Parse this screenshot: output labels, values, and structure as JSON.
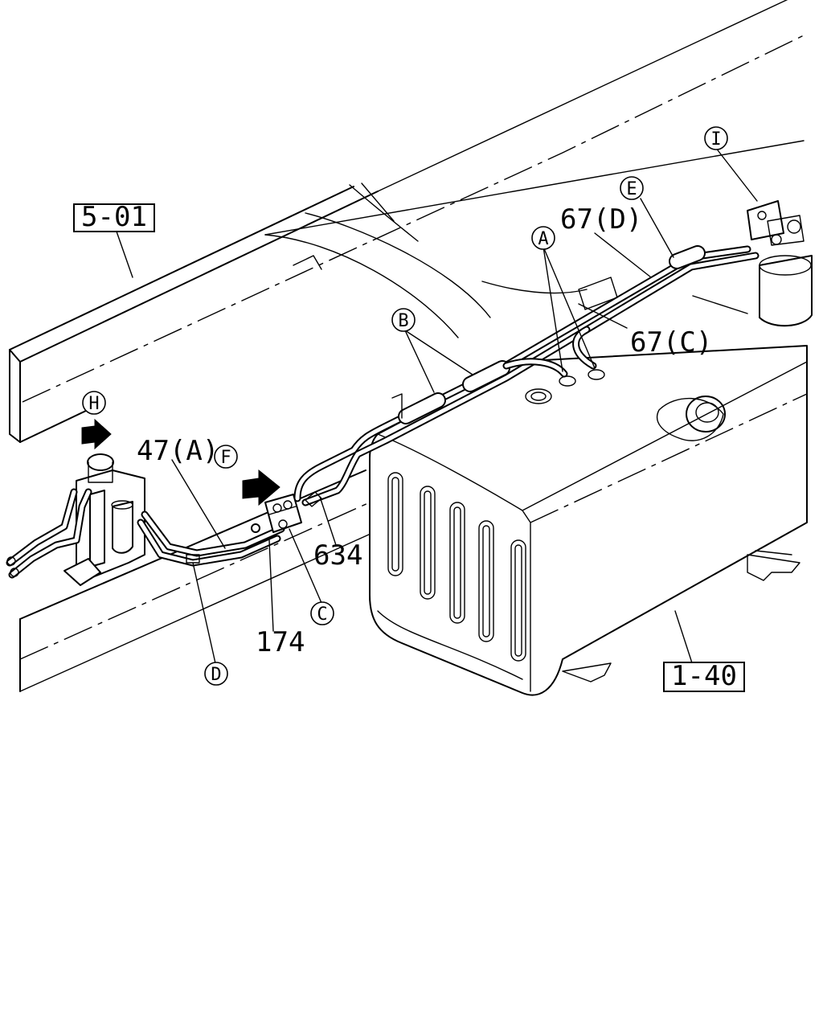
{
  "diagram": {
    "references": {
      "ref_5_01": "5-01",
      "ref_1_40": "1-40"
    },
    "part_numbers": {
      "p47a": "47(A)",
      "p67d": "67(D)",
      "p67c": "67(C)",
      "p174": "174",
      "p634": "634"
    },
    "callouts": {
      "A": "A",
      "B": "B",
      "C": "C",
      "D": "D",
      "E": "E",
      "F": "F",
      "H": "H",
      "I": "I"
    }
  }
}
